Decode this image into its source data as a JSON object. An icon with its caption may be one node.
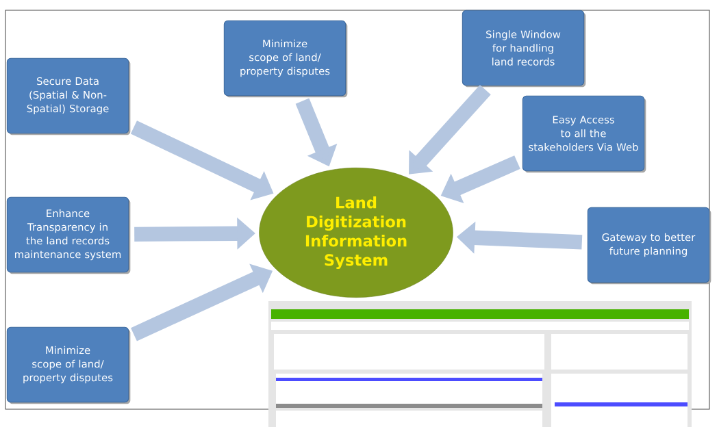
{
  "diagram": {
    "nodes": [
      {
        "text": [
          "Land Digitization Information System"
        ]
      },
      {
        "text": [
          "Secure Data (Spatial & Non-Spatial) Storage"
        ]
      },
      {
        "text": [
          "Minimize scope of land/ property disputes"
        ]
      },
      {
        "text": [
          "Single Window for handling land records"
        ]
      },
      {
        "text": [
          "Easy Access to all the stakeholders Via Web"
        ]
      },
      {
        "text": [
          "Enhance Transparency in the land records maintenance system"
        ]
      },
      {
        "text": [
          "Gateway to better future planning"
        ]
      },
      {
        "text": [
          "Minimize scope of land/ property disputes"
        ]
      }
    ],
    "edges": [
      {
        "from": 1,
        "to": 0,
        "arrow": "to"
      },
      {
        "from": 2,
        "to": 0,
        "arrow": "to"
      },
      {
        "from": 3,
        "to": 0,
        "arrow": "to"
      },
      {
        "from": 4,
        "to": 0,
        "arrow": "to"
      },
      {
        "from": 5,
        "to": 0,
        "arrow": "to"
      },
      {
        "from": 6,
        "to": 0,
        "arrow": "to"
      },
      {
        "from": 7,
        "to": 0,
        "arrow": "to"
      }
    ]
  }
}
